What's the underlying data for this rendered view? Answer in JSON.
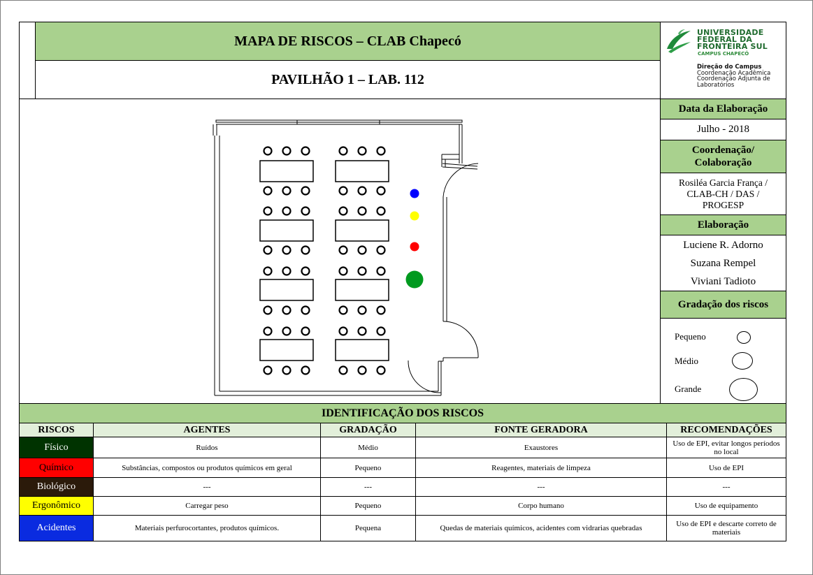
{
  "header": {
    "title": "MAPA DE RISCOS – CLAB Chapecó",
    "subtitle": "PAVILHÃO 1 – LAB. 112"
  },
  "logo": {
    "line1": "UNIVERSIDADE",
    "line2": "FEDERAL DA",
    "line3": "FRONTEIRA SUL",
    "campus": "CAMPUS CHAPECÓ",
    "dept_title": "Direção do Campus",
    "dept_line1": "Coordenação Acadêmica",
    "dept_line2": "Coordenação Adjunta de",
    "dept_line3": "Laboratórios"
  },
  "side": {
    "date_label": "Data da Elaboração",
    "date_value": "Julho - 2018",
    "coord_label_1": "Coordenação/",
    "coord_label_2": "Colaboração",
    "coord_value_1": "Rosiléa Garcia França  /",
    "coord_value_2": "CLAB-CH / DAS /",
    "coord_value_3": "PROGESP",
    "elab_label": "Elaboração",
    "authors": [
      "Luciene R. Adorno",
      "Suzana Rempel",
      "Viviani Tadioto"
    ],
    "grade_label": "Gradação dos riscos",
    "grades": [
      "Pequeno",
      "Médio",
      "Grande"
    ]
  },
  "map": {
    "markers": [
      {
        "color": "#0000ff",
        "size": "pequeno"
      },
      {
        "color": "#ffff00",
        "size": "pequeno"
      },
      {
        "color": "#ff0000",
        "size": "pequeno"
      },
      {
        "color": "#009a1f",
        "size": "grande"
      }
    ]
  },
  "table": {
    "title": "IDENTIFICAÇÃO DOS RISCOS",
    "headers": [
      "RISCOS",
      "AGENTES",
      "GRADAÇÃO",
      "FONTE GERADORA",
      "RECOMENDAÇÕES"
    ],
    "rows": [
      {
        "risk": "Físico",
        "color": "#003300",
        "text_color": "#ffffff",
        "agent": "Ruídos",
        "grade": "Médio",
        "source": "Exaustores",
        "rec": "Uso de EPI, evitar longos períodos no local"
      },
      {
        "risk": "Químico",
        "color": "#ff0000",
        "text_color": "#000000",
        "agent": "Substâncias, compostos ou produtos químicos em geral",
        "grade": "Pequeno",
        "source": "Reagentes, materiais de limpeza",
        "rec": "Uso de EPI"
      },
      {
        "risk": "Biológico",
        "color": "#2b1a0a",
        "text_color": "#ffffff",
        "agent": "---",
        "grade": "---",
        "source": "---",
        "rec": "---"
      },
      {
        "risk": "Ergonômico",
        "color": "#ffff00",
        "text_color": "#000000",
        "agent": "Carregar peso",
        "grade": "Pequeno",
        "source": "Corpo humano",
        "rec": "Uso de equipamento"
      },
      {
        "risk": "Acidentes",
        "color": "#0a2be0",
        "text_color": "#ffffff",
        "agent": "Materiais perfurocortantes, produtos químicos.",
        "grade": "Pequena",
        "source": "Quedas de materiais químicos, acidentes com vidrarias quebradas",
        "rec": "Uso de EPI e descarte correto de materiais"
      }
    ]
  }
}
